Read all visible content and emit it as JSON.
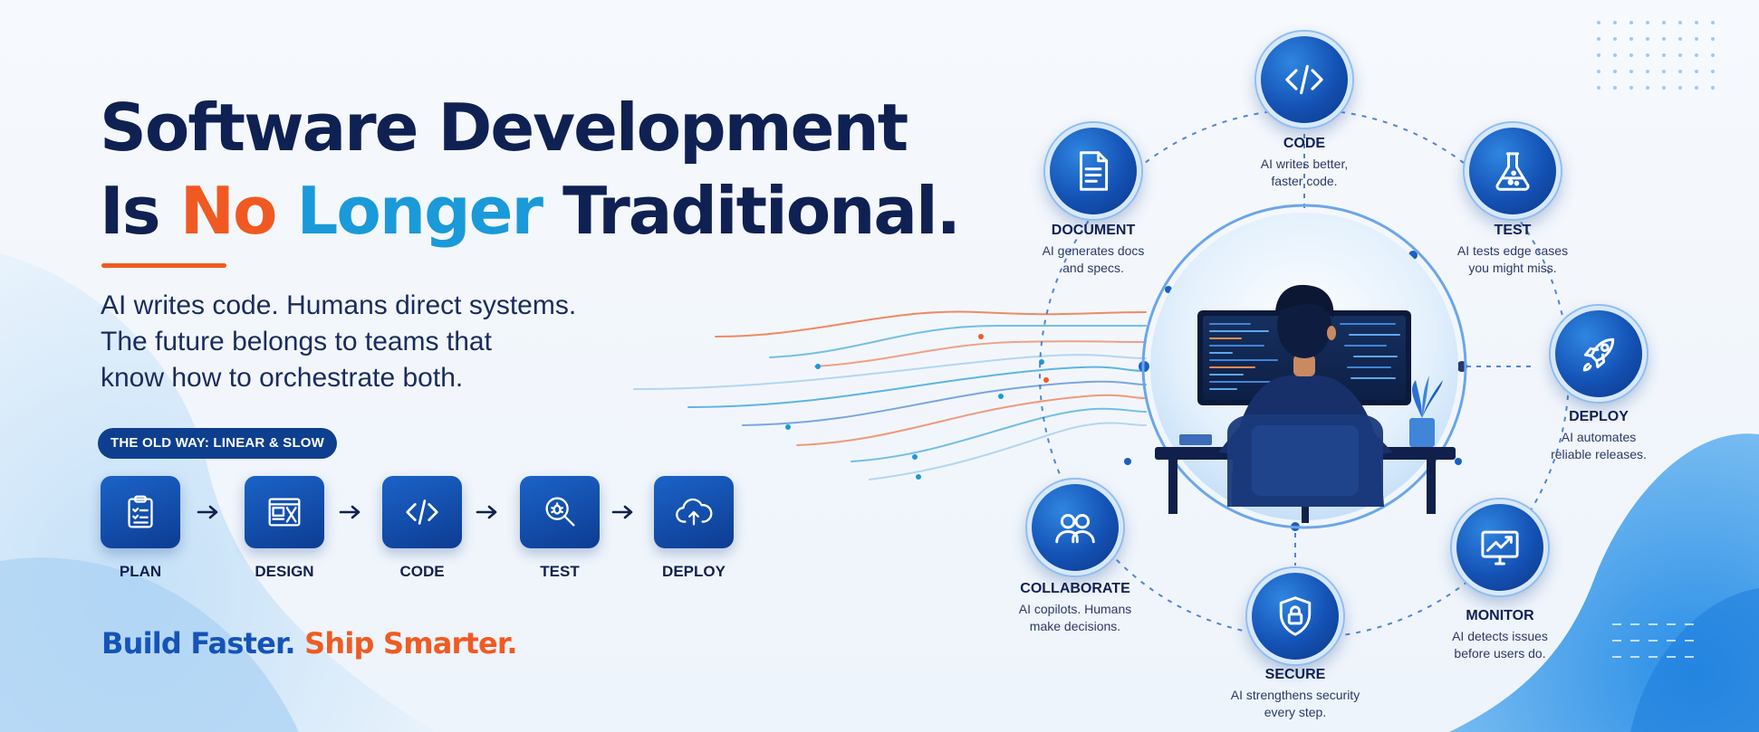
{
  "headline": {
    "line1": "Software Development",
    "line2_prefix": "Is ",
    "line2_orange": "No",
    "line2_space": " ",
    "line2_blue": "Longer",
    "line2_suffix": " Traditional."
  },
  "subtext": [
    "AI writes code. Humans direct systems.",
    "The future belongs to teams that",
    "know how to orchestrate both."
  ],
  "old_way_label": "THE OLD WAY: LINEAR & SLOW",
  "linear_steps": [
    {
      "label": "PLAN",
      "icon": "clipboard-checklist-icon"
    },
    {
      "label": "DESIGN",
      "icon": "wireframe-icon"
    },
    {
      "label": "CODE",
      "icon": "code-brackets-icon"
    },
    {
      "label": "TEST",
      "icon": "bug-magnifier-icon"
    },
    {
      "label": "DEPLOY",
      "icon": "cloud-upload-icon"
    }
  ],
  "tagline": {
    "part1": "Build Faster.",
    "space": " ",
    "part2": "Ship Smarter."
  },
  "cycle": [
    {
      "title": "CODE",
      "desc": "AI writes better,\nfaster code.",
      "icon": "code-brackets-icon"
    },
    {
      "title": "TEST",
      "desc": "AI tests edge cases\nyou might miss.",
      "icon": "flask-icon"
    },
    {
      "title": "DEPLOY",
      "desc": "AI automates\nreliable releases.",
      "icon": "rocket-icon"
    },
    {
      "title": "MONITOR",
      "desc": "AI detects issues\nbefore users do.",
      "icon": "monitor-chart-icon"
    },
    {
      "title": "SECURE",
      "desc": "AI strengthens security\nevery step.",
      "icon": "shield-lock-icon"
    },
    {
      "title": "COLLABORATE",
      "desc": "AI copilots. Humans\nmake decisions.",
      "icon": "people-icon"
    },
    {
      "title": "DOCUMENT",
      "desc": "AI generates docs\nand specs.",
      "icon": "document-icon"
    }
  ],
  "colors": {
    "navy": "#0f2052",
    "orange": "#f05a22",
    "accent_blue": "#1a9ad8",
    "node_blue": "#1452b5"
  }
}
